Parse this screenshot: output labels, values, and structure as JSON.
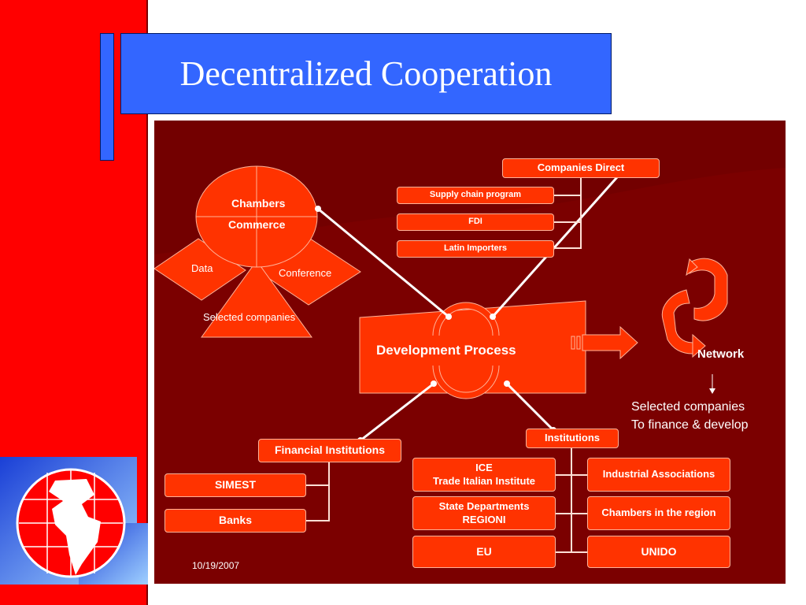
{
  "title": "Decentralized Cooperation",
  "footer": {
    "date": "10/19/2007"
  },
  "chambers": {
    "line1": "Chambers",
    "line2": "Commerce"
  },
  "petals": {
    "data": "Data",
    "conference": "Conference",
    "selected": "Selected companies"
  },
  "center": {
    "label": "Development Process"
  },
  "network": {
    "label": "Network",
    "caption_line1": "Selected companies",
    "caption_line2": "To finance & develop"
  },
  "companies": {
    "header": "Companies Direct",
    "items": [
      "Supply chain program",
      "FDI",
      "Latin Importers"
    ]
  },
  "financial": {
    "header": "Financial Institutions",
    "items": [
      "SIMEST",
      "Banks"
    ]
  },
  "institutions": {
    "header": "Institutions",
    "left": [
      {
        "line1": "ICE",
        "line2": "Trade Italian Institute"
      },
      {
        "line1": "State Departments",
        "line2": "REGIONI"
      },
      {
        "line1": "EU",
        "line2": ""
      }
    ],
    "right": [
      "Industrial Associations",
      "Chambers in the region",
      "UNIDO"
    ]
  },
  "colors": {
    "red_bar": "#ff0000",
    "title_blue": "#3366ff",
    "diagram_bg": "#730000",
    "box_fill": "#ff3300"
  }
}
